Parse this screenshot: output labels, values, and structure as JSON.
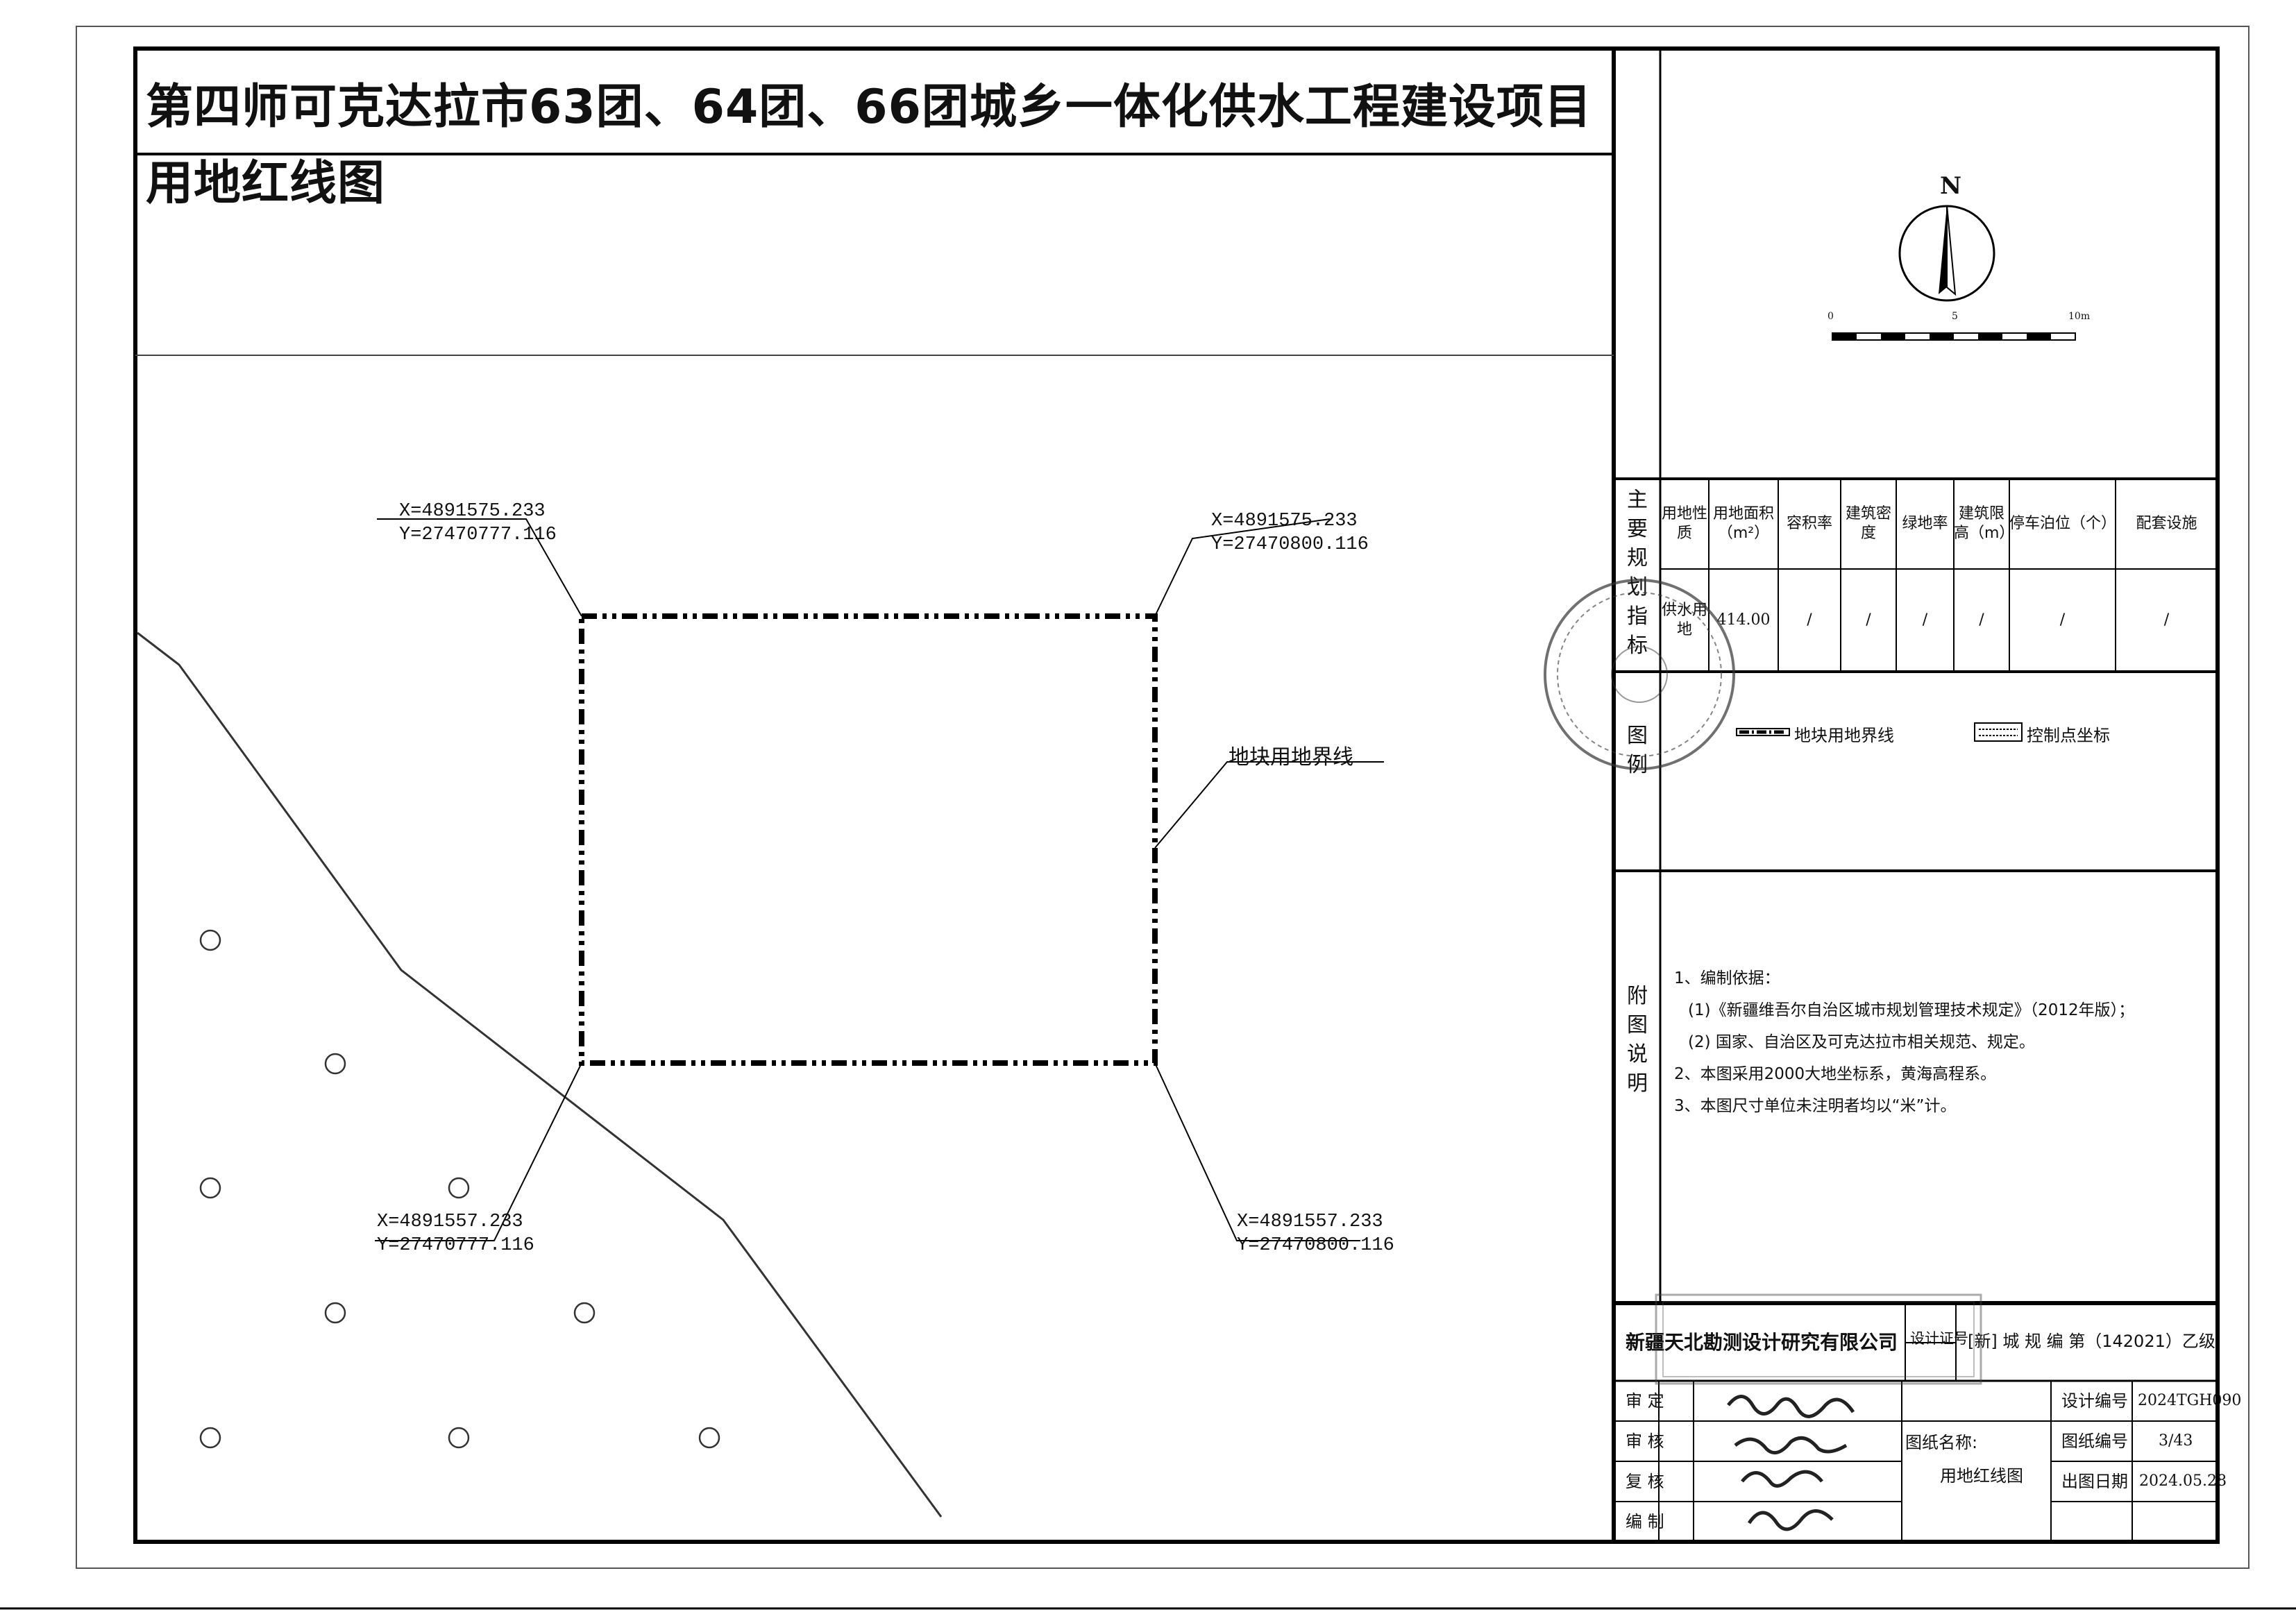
{
  "title": "第四师可克达拉市63团、64团、66团城乡一体化供水工程建设项目用地红线图",
  "coordinates": {
    "top_left": {
      "x": "X=4891575.233",
      "y": "Y=27470777.116"
    },
    "top_right": {
      "x": "X=4891575.233",
      "y": "Y=27470800.116"
    },
    "bottom_left": {
      "x": "X=4891557.233",
      "y": "Y=27470777.116"
    },
    "bottom_right": {
      "x": "X=4891557.233",
      "y": "Y=27470800.116"
    }
  },
  "boundary_label": "地块用地界线",
  "north": {
    "label": "N"
  },
  "scale_bar": {
    "ticks": [
      "0",
      "5",
      "10m"
    ]
  },
  "indicator_table": {
    "section_label": "主要规划指标",
    "headers": [
      "用地性质",
      "用地面积（m²）",
      "容积率",
      "建筑密度",
      "绿地率",
      "建筑限高（m）",
      "停车泊位（个）",
      "配套设施"
    ],
    "row": [
      "供水用地",
      "414.00",
      "/",
      "/",
      "/",
      "/",
      "/",
      "/"
    ]
  },
  "legend": {
    "section_label": "图例",
    "items": [
      {
        "name": "地块用地界线"
      },
      {
        "name": "控制点坐标"
      }
    ]
  },
  "notes": {
    "section_label": "附图说明",
    "lines": [
      "1、编制依据：",
      "(1)《新疆维吾尔自治区城市规划管理技术规定》（2012年版）；",
      "(2) 国家、自治区及可克达拉市相关规范、规定。",
      "2、本图采用2000大地坐标系，黄海高程系。",
      "3、本图尺寸单位未注明者均以“米”计。"
    ]
  },
  "title_block": {
    "company": "新疆天北勘测设计研究有限公司",
    "cert_label": "设计证号",
    "cert_value": "[新] 城 规 编 第（142021）乙级",
    "roles": [
      "审 定",
      "审 核",
      "复 核",
      "编 制"
    ],
    "drawing_name_label": "图纸名称:",
    "drawing_name": "用地红线图",
    "fields": [
      {
        "label": "设计编号",
        "value": "2024TGH090"
      },
      {
        "label": "图纸编号",
        "value": "3/43"
      },
      {
        "label": "出图日期",
        "value": "2024.05.28"
      }
    ]
  }
}
